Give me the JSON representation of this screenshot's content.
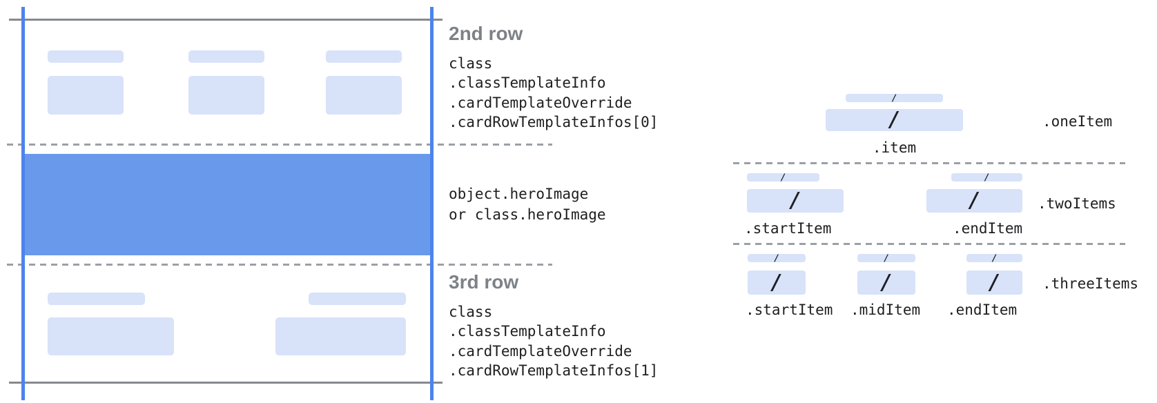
{
  "placeholder_glyph": "/",
  "colors": {
    "accent_blue_line": "#4b84ed",
    "hero_blue": "#6999eb",
    "placeholder_blue": "#d8e2f9",
    "solid_line_gray": "#85898e",
    "dashed_line_gray": "#9ba0a5",
    "heading_gray": "#7d8288",
    "code_text": "#1d1e20"
  },
  "left": {
    "row2": {
      "heading": "2nd row",
      "code": [
        "class",
        ".classTemplateInfo",
        ".cardTemplateOverride",
        ".cardRowTemplateInfos[0]"
      ]
    },
    "hero": {
      "code": [
        "object.heroImage",
        "or class.heroImage"
      ]
    },
    "row3": {
      "heading": "3rd row",
      "code": [
        "class",
        ".classTemplateInfo",
        ".cardTemplateOverride",
        ".cardRowTemplateInfos[1]"
      ]
    }
  },
  "right": {
    "one_item": {
      "row_label": ".oneItem",
      "captions": [
        ".item"
      ]
    },
    "two_items": {
      "row_label": ".twoItems",
      "captions": [
        ".startItem",
        ".endItem"
      ]
    },
    "three_items": {
      "row_label": ".threeItems",
      "captions": [
        ".startItem",
        ".midItem",
        ".endItem"
      ]
    }
  }
}
